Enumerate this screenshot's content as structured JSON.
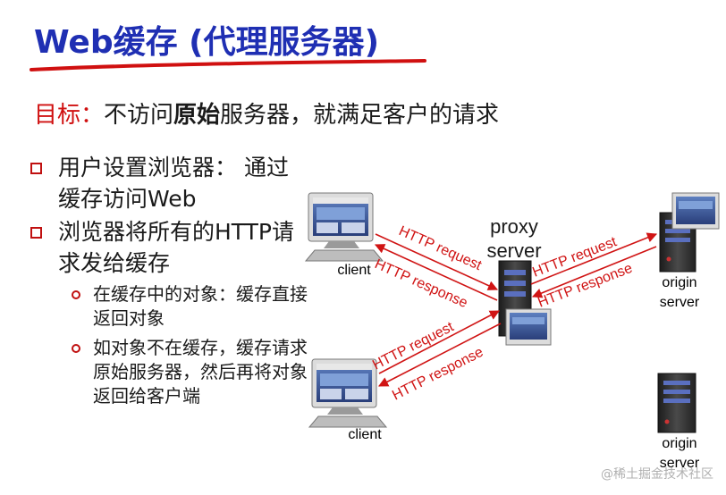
{
  "title": "Web缓存 (代理服务器)",
  "goal": {
    "label": "目标：",
    "text_before": "不访问",
    "text_bold": "原始",
    "text_after": "服务器，就满足客户的请求"
  },
  "bullets": [
    {
      "text": "用户设置浏览器： 通过缓存访问Web"
    },
    {
      "text": "浏览器将所有的HTTP请求发给缓存"
    }
  ],
  "sub_bullets": [
    {
      "text": "在缓存中的对象：缓存直接返回对象"
    },
    {
      "text": "如对象不在缓存，缓存请求原始服务器，然后再将对象返回给客户端"
    }
  ],
  "diagram": {
    "proxy_label": "proxy server",
    "client_top_label": "client",
    "client_bottom_label": "client",
    "origin_top_label": "origin server",
    "origin_bottom_label": "origin server",
    "arrows": {
      "c1_request": "HTTP request",
      "c1_response": "HTTP response",
      "c2_request": "HTTP request",
      "c2_response": "HTTP response",
      "o_request": "HTTP request",
      "o_response": "HTTP response"
    },
    "arrow_color": "#d01414"
  },
  "watermark": "@稀土掘金技术社区"
}
